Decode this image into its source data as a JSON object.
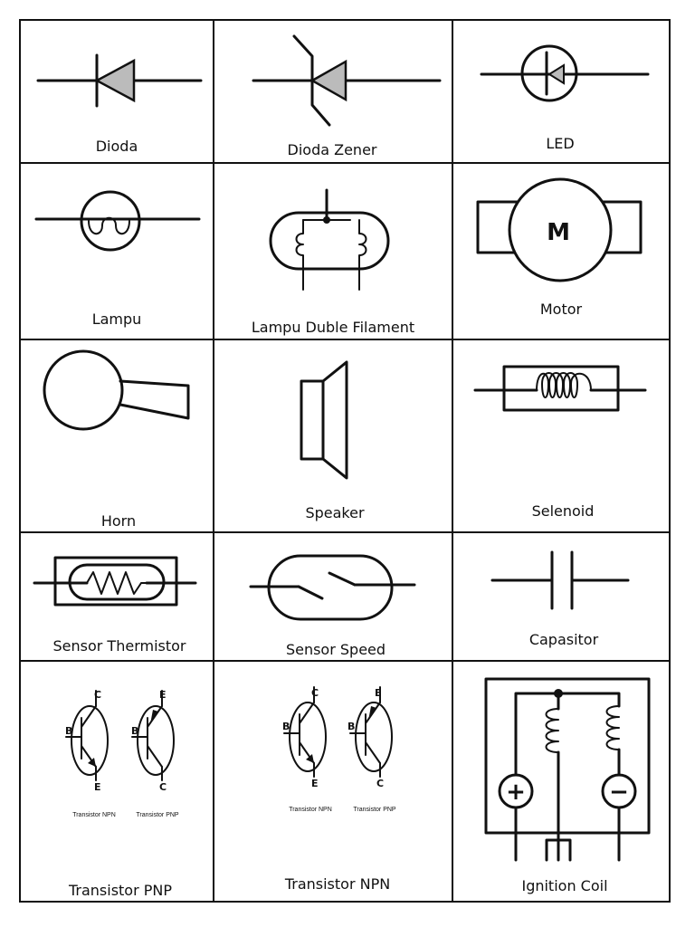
{
  "symbols": [
    {
      "id": "dioda",
      "label": "Dioda"
    },
    {
      "id": "dioda-zener",
      "label": "Dioda Zener"
    },
    {
      "id": "led",
      "label": "LED"
    },
    {
      "id": "lampu",
      "label": "Lampu"
    },
    {
      "id": "lampu-duble-filament",
      "label": "Lampu Duble Filament"
    },
    {
      "id": "motor",
      "label": "Motor",
      "glyph": "M"
    },
    {
      "id": "horn",
      "label": "Horn"
    },
    {
      "id": "speaker",
      "label": "Speaker"
    },
    {
      "id": "selenoid",
      "label": "Selenoid"
    },
    {
      "id": "sensor-thermistor",
      "label": "Sensor Thermistor"
    },
    {
      "id": "sensor-speed",
      "label": "Sensor Speed"
    },
    {
      "id": "capasitor",
      "label": "Capasitor"
    },
    {
      "id": "transistor-pnp",
      "label": "Transistor PNP"
    },
    {
      "id": "transistor-npn",
      "label": "Transistor NPN"
    },
    {
      "id": "ignition-coil",
      "label": "Ignition Coil"
    }
  ],
  "transistor_pins": {
    "collector": "C",
    "base": "B",
    "emitter": "E"
  },
  "transistor_captions": {
    "npn": "Transistor NPN",
    "pnp": "Transistor PNP"
  },
  "ignition_signs": {
    "plus": "+",
    "minus": "−"
  }
}
